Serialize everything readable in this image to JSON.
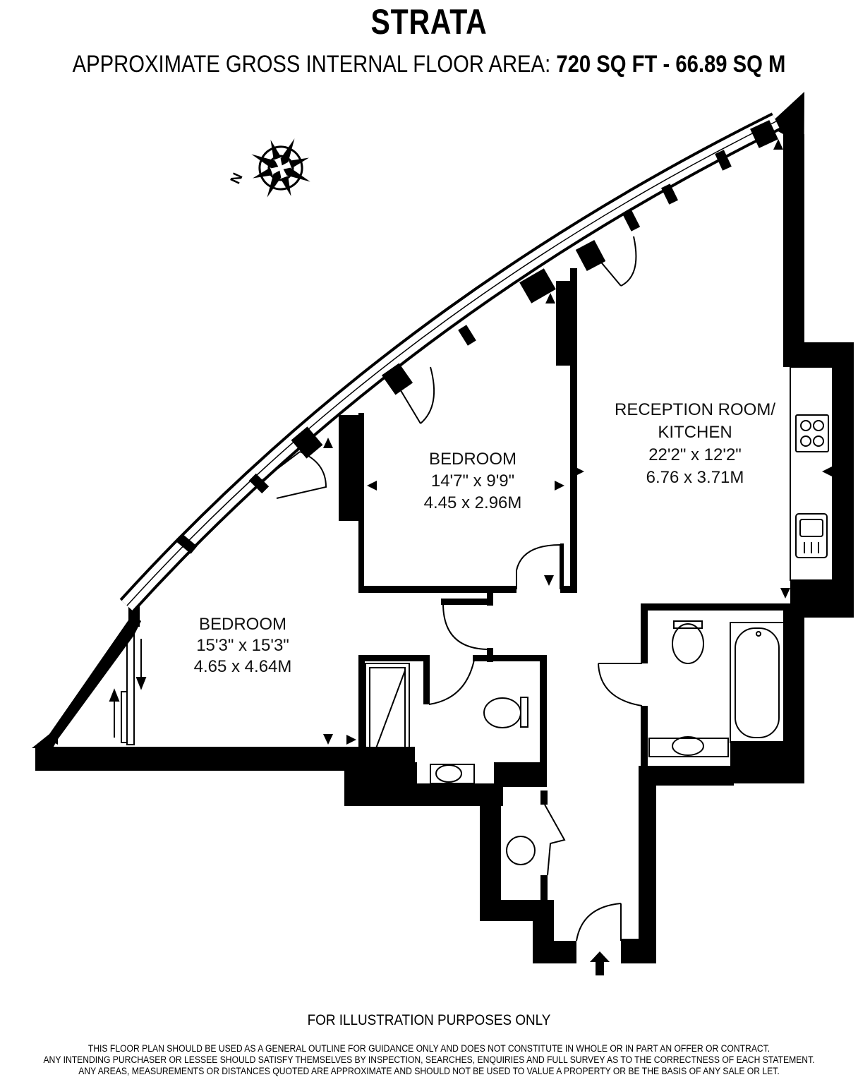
{
  "header": {
    "title": "STRATA",
    "area_label": "APPROXIMATE GROSS INTERNAL FLOOR AREA:",
    "area_sqft": "720 SQ FT",
    "separator": "-",
    "area_sqm": "66.89 SQ M"
  },
  "compass": {
    "label": "N",
    "icon": "compass-rose-icon"
  },
  "rooms": {
    "bedroom1": {
      "name": "BEDROOM",
      "imperial": "15'3\" x 15'3\"",
      "metric": "4.65 x 4.64M"
    },
    "bedroom2": {
      "name": "BEDROOM",
      "imperial": "14'7\" x 9'9\"",
      "metric": "4.45 x 2.96M"
    },
    "reception": {
      "name_line1": "RECEPTION ROOM/",
      "name_line2": "KITCHEN",
      "imperial": "22'2\" x 12'2\"",
      "metric": "6.76 x 3.71M"
    }
  },
  "footer": {
    "notice": "FOR ILLUSTRATION PURPOSES ONLY",
    "disclaimer_line1": "THIS FLOOR PLAN SHOULD BE USED AS A GENERAL OUTLINE FOR GUIDANCE ONLY AND DOES NOT CONSTITUTE IN WHOLE OR IN PART AN OFFER OR CONTRACT.",
    "disclaimer_line2": "ANY INTENDING PURCHASER OR LESSEE SHOULD SATISFY THEMSELVES BY INSPECTION, SEARCHES, ENQUIRIES AND FULL SURVEY AS TO THE CORRECTNESS OF EACH STATEMENT.",
    "disclaimer_line3": "ANY AREAS, MEASUREMENTS OR DISTANCES QUOTED ARE APPROXIMATE AND SHOULD NOT BE USED TO VALUE A PROPERTY OR BE THE BASIS OF ANY SALE OR LET."
  },
  "colors": {
    "wall": "#000000",
    "background": "#ffffff"
  }
}
